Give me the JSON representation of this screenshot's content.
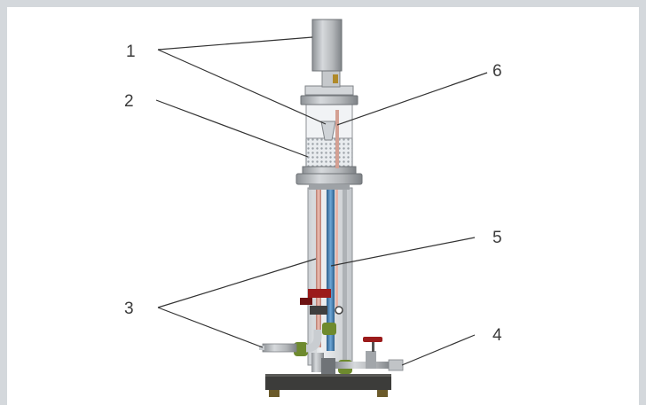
{
  "diagram": {
    "labels": [
      "1",
      "2",
      "3",
      "4",
      "5",
      "6"
    ]
  },
  "colors": {
    "frame": "#d4d8dc",
    "steel": "#b9bcbf",
    "dark_base": "#3c3c3a",
    "red_valve": "#9b1b1b",
    "green_fitting": "#6e8a2e",
    "blue_tube": "#3f7fb5",
    "pink_tube": "#d99a8c",
    "leader_line": "#333333"
  }
}
